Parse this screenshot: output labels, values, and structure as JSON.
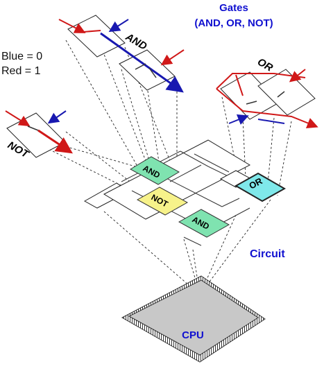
{
  "title": {
    "line1": "Gates",
    "line2": "(AND, OR, NOT)"
  },
  "legend": {
    "blue": "Blue = 0",
    "red": "Red = 1"
  },
  "gates": {
    "and_label": "AND",
    "or_label": "OR",
    "not_label": "NOT"
  },
  "circuit": {
    "label": "Circuit",
    "chips": {
      "and_top": "AND",
      "not": "NOT",
      "and_bottom": "AND",
      "or": "OR"
    }
  },
  "cpu": {
    "label": "CPU"
  },
  "colors": {
    "zero": "#1818b0",
    "one": "#d01818",
    "and_chip": "#7fe3b0",
    "not_chip": "#f7f28a",
    "or_chip": "#7fe8ea",
    "label_blue": "#1010d0",
    "cpu_top": "#c8c8c8"
  }
}
